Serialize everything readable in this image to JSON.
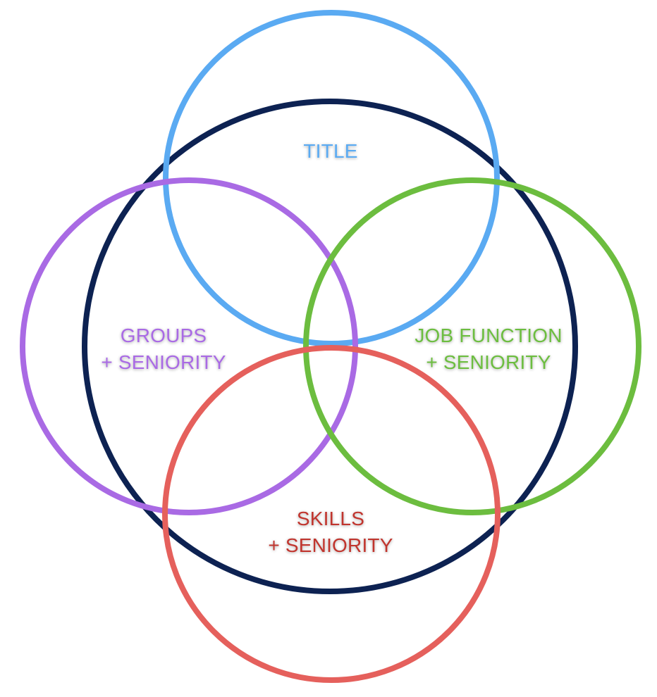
{
  "diagram": {
    "center_ring": {
      "name": "outer-scope",
      "color": "#0d2252"
    },
    "circles": [
      {
        "id": "title",
        "color": "#5aaaf2",
        "lines": [
          "TITLE"
        ]
      },
      {
        "id": "groups",
        "color": "#a96ae4",
        "lines": [
          "GROUPS",
          "+ SENIORITY"
        ]
      },
      {
        "id": "job-function",
        "color": "#6cbd3f",
        "lines": [
          "JOB FUNCTION",
          "+ SENIORITY"
        ]
      },
      {
        "id": "skills",
        "color": "#e5605c",
        "lines": [
          "SKILLS",
          "+ SENIORITY"
        ]
      }
    ],
    "label_colors": {
      "title": "#5aaaf2",
      "groups": "#a96ae4",
      "job-function": "#6cbd3f",
      "skills": "#c0362f"
    }
  }
}
